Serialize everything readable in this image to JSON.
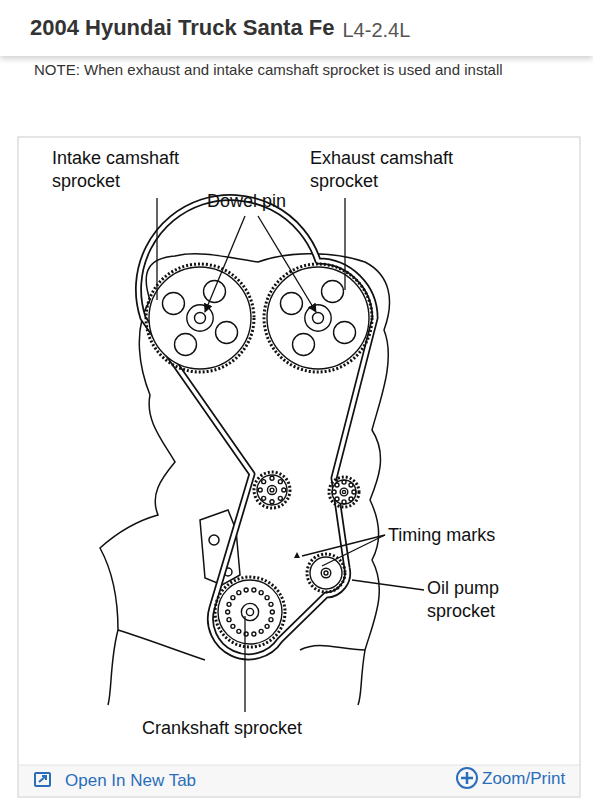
{
  "diagram": {
    "title": "2004 Hyundai Truck Santa Fe",
    "labels": [
      "L4-2.4L",
      "NOTE: When exhaust and intake camshaft sprocket is used and install",
      "Intake camshaft sprocket",
      "Dowel pin",
      "Exhaust camshaft sprocket",
      "Timing marks",
      "Oil pump sprocket",
      "Crankshaft sprocket",
      "Open In New Tab",
      "Zoom/Print"
    ]
  }
}
